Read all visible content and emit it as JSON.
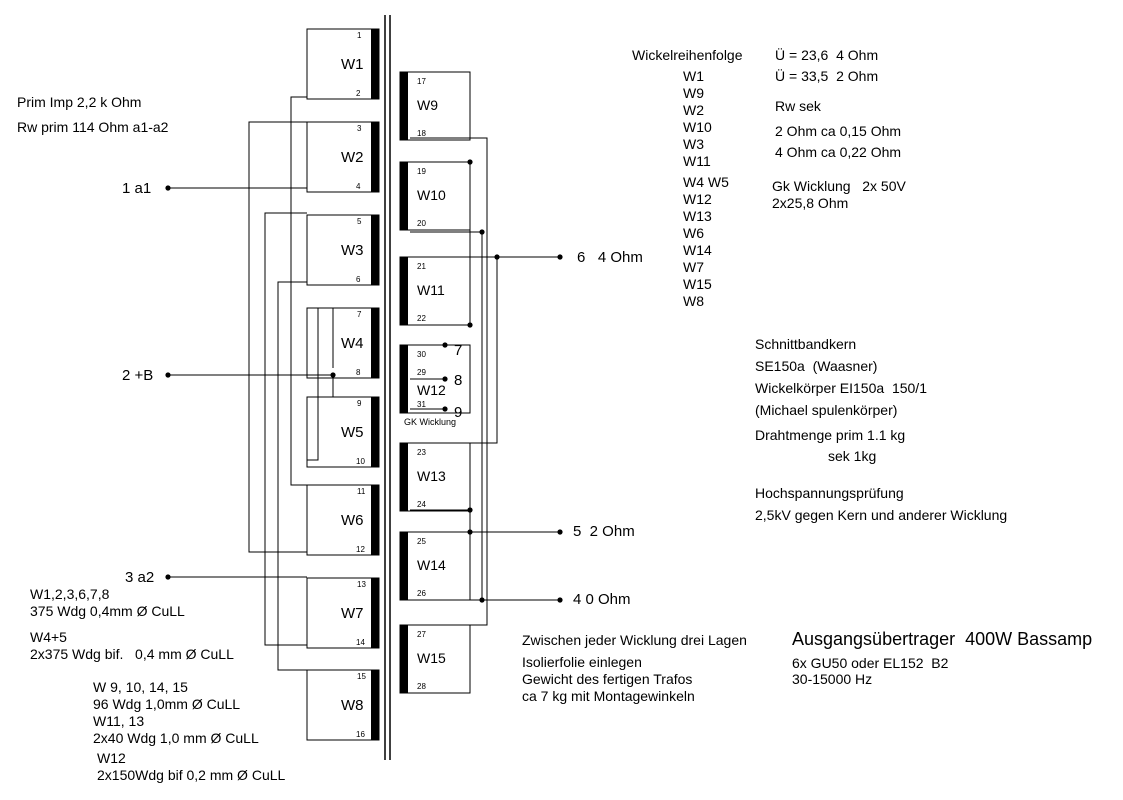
{
  "colors": {
    "ink": "#000000",
    "paper": "#ffffff"
  },
  "primary_windings": [
    {
      "label": "W1",
      "pin_top": "1",
      "pin_bottom": "2"
    },
    {
      "label": "W2",
      "pin_top": "3",
      "pin_bottom": "4"
    },
    {
      "label": "W3",
      "pin_top": "5",
      "pin_bottom": "6"
    },
    {
      "label": "W4",
      "pin_top": "7",
      "pin_bottom": "8"
    },
    {
      "label": "W5",
      "pin_top": "9",
      "pin_bottom": "10"
    },
    {
      "label": "W6",
      "pin_top": "11",
      "pin_bottom": "12"
    },
    {
      "label": "W7",
      "pin_top": "13",
      "pin_bottom": "14"
    },
    {
      "label": "W8",
      "pin_top": "15",
      "pin_bottom": "16"
    }
  ],
  "secondary_windings": [
    {
      "label": "W9",
      "pin_top": "17",
      "pin_bottom": "18"
    },
    {
      "label": "W10",
      "pin_top": "19",
      "pin_bottom": "20"
    },
    {
      "label": "W11",
      "pin_top": "21",
      "pin_bottom": "22"
    },
    {
      "label": "W12",
      "pin_top": "30",
      "pin_mid": "29",
      "pin_bottom": "31",
      "caption": "GK Wicklung"
    },
    {
      "label": "W13",
      "pin_top": "23",
      "pin_bottom": "24"
    },
    {
      "label": "W14",
      "pin_top": "25",
      "pin_bottom": "26"
    },
    {
      "label": "W15",
      "pin_top": "27",
      "pin_bottom": "28"
    }
  ],
  "gk_taps": [
    "7",
    "8",
    "9"
  ],
  "terminals": {
    "a1": "1 a1",
    "b": "2 +B",
    "a2": "3 a2",
    "out6": "6   4 Ohm",
    "out5": "5  2 Ohm",
    "out4": "4 0 Ohm"
  },
  "notes_left": {
    "prim_imp": "Prim Imp 2,2 k Ohm",
    "rw_prim": "Rw prim 114 Ohm a1-a2",
    "spec1_title": "W1,2,3,6,7,8",
    "spec1_value": "375 Wdg 0,4mm Ø CuLL",
    "spec2_title": "W4+5",
    "spec2_value": "2x375 Wdg bif.   0,4 mm Ø CuLL",
    "spec3_title": "W 9, 10, 14, 15",
    "spec3_value": "96 Wdg 1,0mm Ø CuLL",
    "spec4_title": "W11, 13",
    "spec4_value": "2x40 Wdg 1,0 mm Ø CuLL",
    "spec5_title": "W12",
    "spec5_value": "2x150Wdg bif 0,2 mm Ø CuLL"
  },
  "winding_order": {
    "title": "Wickelreihenfolge",
    "items": [
      "W1",
      "W9",
      "W2",
      "W10",
      "W3",
      "W11",
      "W4 W5",
      "W12",
      "W13",
      "W6",
      "W14",
      "W7",
      "W15",
      "W8"
    ]
  },
  "notes_right": {
    "ratio1": "Ü = 23,6  4 Ohm",
    "ratio2": "Ü = 33,5  2 Ohm",
    "rw_sek": "Rw sek",
    "rw2": "2 Ohm ca 0,15 Ohm",
    "rw4": "4 Ohm ca 0,22 Ohm",
    "gk1": "Gk Wicklung   2x 50V",
    "gk2": "2x25,8 Ohm",
    "core1": "Schnittbandkern",
    "core2": "SE150a  (Waasner)",
    "core3": "Wickelkörper EI150a  150/1",
    "core4": "(Michael spulenkörper)",
    "wire1": "Drahtmenge prim 1.1 kg",
    "wire2": "sek 1kg",
    "hv1": "Hochspannungsprüfung",
    "hv2": "2,5kV gegen Kern und anderer Wicklung"
  },
  "notes_bottom": {
    "iso1": "Zwischen jeder Wicklung drei Lagen",
    "iso2": "Isolierfolie einlegen",
    "iso3": "Gewicht des fertigen Trafos",
    "iso4": "ca 7 kg mit Montagewinkeln"
  },
  "title_block": {
    "title": "Ausgangsübertrager  400W Bassamp",
    "tubes": "6x GU50 oder EL152  B2",
    "freq": "30-15000 Hz"
  }
}
